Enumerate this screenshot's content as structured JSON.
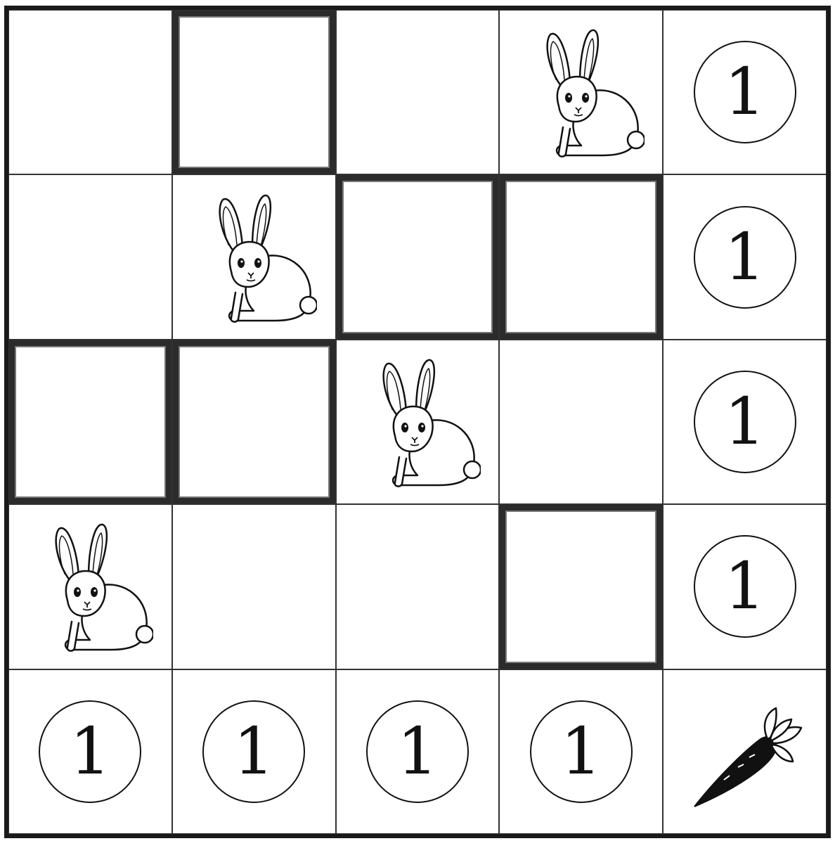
{
  "board": {
    "rows": 5,
    "cols": 5,
    "cells": [
      [
        "empty",
        "boxed",
        "empty",
        "rabbit",
        "clue"
      ],
      [
        "empty",
        "rabbit",
        "boxed",
        "boxed",
        "clue"
      ],
      [
        "boxed",
        "boxed",
        "rabbit",
        "empty",
        "clue"
      ],
      [
        "rabbit",
        "empty",
        "empty",
        "boxed",
        "clue"
      ],
      [
        "clue",
        "clue",
        "clue",
        "clue",
        "carrot"
      ]
    ],
    "clues": {
      "r0c4": "1",
      "r1c4": "1",
      "r2c4": "1",
      "r3c4": "1",
      "r4c0": "1",
      "r4c1": "1",
      "r4c2": "1",
      "r4c3": "1"
    },
    "icons": {
      "rabbit": "rabbit-icon",
      "carrot": "carrot-icon"
    },
    "colors": {
      "grid": "#1a1a1a",
      "carrot": "#111111",
      "leaves": "#ffffff"
    }
  }
}
